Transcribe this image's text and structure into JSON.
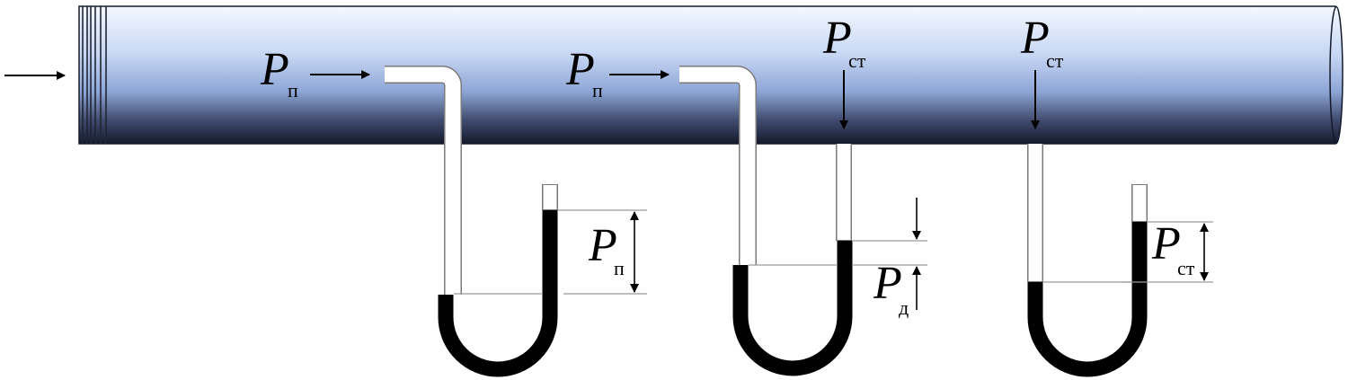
{
  "diagram": {
    "colors": {
      "pipe_top": "#f4f8ff",
      "pipe_mid": "#8ea6d6",
      "pipe_bottom": "#141a2c",
      "liquid": "#000000",
      "tube": "#ffffff",
      "tube_outline": "#7a7a7a"
    },
    "labels": {
      "p1": {
        "main": "P",
        "sub": "п"
      },
      "p2": {
        "main": "P",
        "sub": "п"
      },
      "p3": {
        "main": "P",
        "sub": "ст"
      },
      "p4": {
        "main": "P",
        "sub": "ст"
      },
      "m1": {
        "main": "P",
        "sub": "п"
      },
      "m2": {
        "main": "P",
        "sub": "д"
      },
      "m3": {
        "main": "P",
        "sub": "ст"
      }
    }
  }
}
